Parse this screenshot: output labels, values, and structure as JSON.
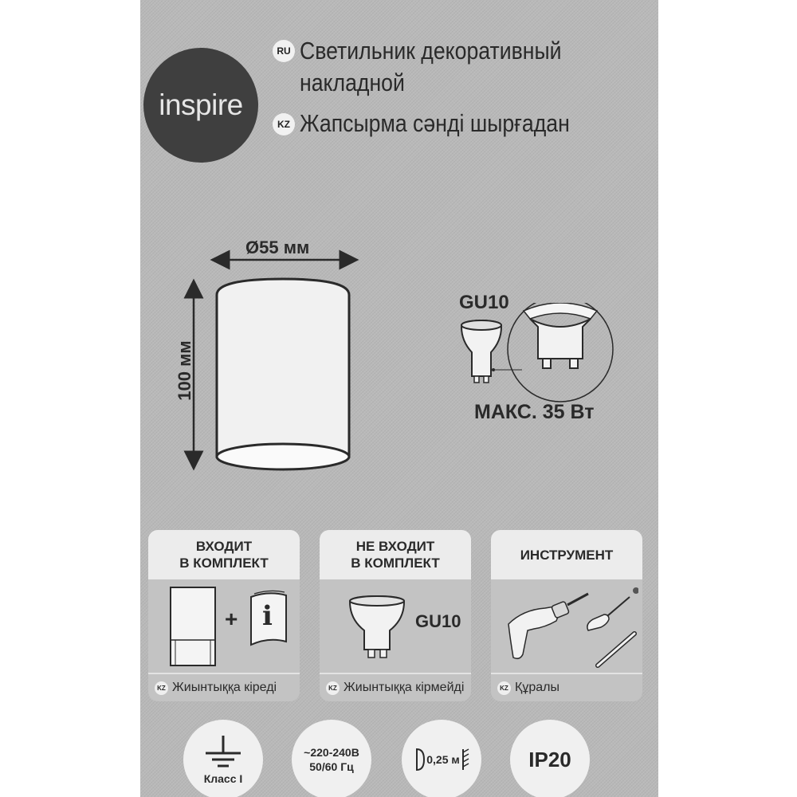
{
  "brand": {
    "logo_text": "inspire"
  },
  "header": {
    "ru": {
      "badge": "RU",
      "title_line1": "Светильник декоративный",
      "title_line2": "накладной"
    },
    "kz": {
      "badge": "KZ",
      "title": "Жапсырма сәнді шырғадан"
    }
  },
  "dimensions": {
    "diameter": "Ø55 мм",
    "height": "100 мм"
  },
  "bulb": {
    "type": "GU10",
    "max_power": "МАКС. 35 Вт"
  },
  "cards": [
    {
      "title_line1": "ВХОДИТ",
      "title_line2": "В КОМПЛЕКТ",
      "kz_badge": "KZ",
      "kz_label": "Жиынтыққа кіреді",
      "plus": "+",
      "info_glyph": "i",
      "icons": [
        "luminaire-icon",
        "manual-book-icon"
      ]
    },
    {
      "title_line1": "НЕ ВХОДИТ",
      "title_line2": "В КОМПЛЕКТ",
      "kz_badge": "KZ",
      "kz_label": "Жиынтыққа кірмейді",
      "bulb_label": "GU10",
      "icons": [
        "gu10-bulb-icon"
      ]
    },
    {
      "title_line1": "ИНСТРУМЕНТ",
      "title_line2": "",
      "kz_badge": "KZ",
      "kz_label": "Құралы",
      "icons": [
        "drill-icon",
        "screwdriver-icon",
        "pencil-icon"
      ]
    }
  ],
  "specs": [
    {
      "icon": "ground-symbol-icon",
      "label": "Класс I"
    },
    {
      "line1": "~220-240В",
      "line2": "50/60 Гц"
    },
    {
      "icon": "distance-to-surface-icon",
      "label": "0,25 м"
    },
    {
      "label": "IP20"
    }
  ],
  "colors": {
    "panel_bg": "#b9b9b9",
    "logo_bg": "#3f3f3f",
    "card_header": "#ececec",
    "text": "#2a2a2a"
  }
}
